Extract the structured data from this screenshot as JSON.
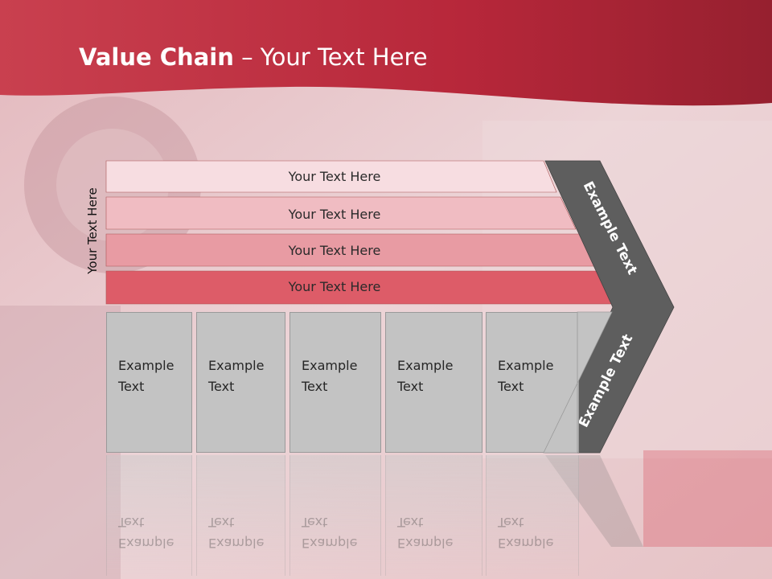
{
  "title": {
    "bold": "Value Chain",
    "rest": " – Your Text Here"
  },
  "side_label": "Your Text Here",
  "rows": [
    {
      "label": "Your Text Here",
      "color": "#f7dde1"
    },
    {
      "label": "Your Text Here",
      "color": "#f0bcc2"
    },
    {
      "label": "Your Text Here",
      "color": "#e89ba3"
    },
    {
      "label": "Your Text Here",
      "color": "#dd5c68"
    }
  ],
  "columns": [
    {
      "line1": "Example",
      "line2": "Text"
    },
    {
      "line1": "Example",
      "line2": "Text"
    },
    {
      "line1": "Example",
      "line2": "Text"
    },
    {
      "line1": "Example",
      "line2": "Text"
    },
    {
      "line1": "Example",
      "line2": "Text"
    }
  ],
  "chevron": {
    "upper": "Example Text",
    "lower": "Example Text",
    "color": "#5e5e5e"
  },
  "colors": {
    "header": "#c22a3c",
    "box": "#c3c3c3"
  }
}
